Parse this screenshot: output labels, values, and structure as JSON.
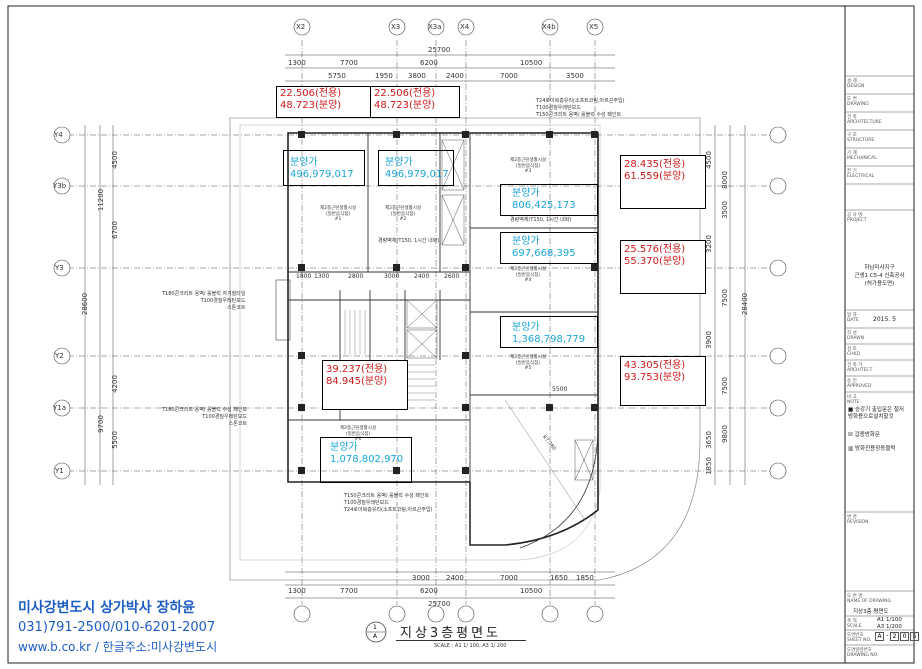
{
  "column_labels": [
    "X2",
    "X3",
    "X3a",
    "X4",
    "X4b",
    "X5"
  ],
  "row_labels": [
    "Y4",
    "Y3b",
    "Y3",
    "Y2",
    "Y1a",
    "Y1"
  ],
  "top_dims": {
    "overall": "25700",
    "row1": [
      "1300",
      "7700",
      "6200",
      "10500"
    ],
    "row2": [
      "5750",
      "1950",
      "3800",
      "2400",
      "7000",
      "3500"
    ]
  },
  "bottom_dims": {
    "row1": [
      "3000",
      "2400",
      "7000",
      "1650",
      "1850"
    ],
    "row2": [
      "1300",
      "7700",
      "6200",
      "10500"
    ],
    "overall": "25700"
  },
  "left_dims": {
    "overall": "28600",
    "row1": [
      "4500",
      "6700",
      "4200",
      "5500"
    ],
    "row2": [
      "11200",
      "9700"
    ]
  },
  "right_dims": {
    "overall": "28400",
    "row1": [
      "4500",
      "3200",
      "3900",
      "3650",
      "1850"
    ],
    "row2": [
      "8000",
      "3500",
      "7500",
      "7500",
      "9800"
    ]
  },
  "mid_dims": [
    "1800",
    "1300",
    "2800",
    "3000",
    "2400",
    "2600"
  ],
  "units": [
    {
      "label": "분양가",
      "price": "496,979,017"
    },
    {
      "label": "분양가",
      "price": "496,979,017"
    },
    {
      "label": "분양가",
      "price": "806,425,173"
    },
    {
      "label": "분양가",
      "price": "697,668,395"
    },
    {
      "label": "분양가",
      "price": "1,368,798,779"
    },
    {
      "label": "분양가",
      "price": "1,078,802,970"
    }
  ],
  "areas": [
    {
      "l1": "22.506(전용)",
      "l2": "48.723(분양)"
    },
    {
      "l1": "22.506(전용)",
      "l2": "48.723(분양)"
    },
    {
      "l1": "28.435(전용)",
      "l2": "61.559(분양)"
    },
    {
      "l1": "25.576(전용)",
      "l2": "55.370(분양)"
    },
    {
      "l1": "39.237(전용)",
      "l2": "84.945(분양)"
    },
    {
      "l1": "43.305(전용)",
      "l2": "93.753(분양)"
    }
  ],
  "room_labels": {
    "r1": [
      "제2종근린생활시설",
      "(일반음식점)",
      "#1"
    ],
    "r2": [
      "제2종근린생활시설",
      "(일반음식점)",
      "#2"
    ],
    "r3": [
      "제2종근린생활시설",
      "(일반음식점)",
      "#3"
    ],
    "r4": [
      "제2종근린생활시설",
      "(일반음식점)",
      "#4"
    ],
    "r5": [
      "제2종근린생활시설",
      "(일반음식점)",
      "#5"
    ],
    "r6": [
      "제2종근린생활시설",
      "(일반음식점)",
      "#6"
    ]
  },
  "notes": {
    "top": [
      "T24로이복층유리(소프트코팅,아르곤주입)",
      "T100경질우레탄보드",
      "T150콘크리트 옹벽/ 롤블럭 수성 페인트"
    ],
    "mid1": "경량벽체(T150, 1시간 내화)",
    "mid2": "경량벽체(T150, 1시간 내화)",
    "left1": [
      "T180콘크리트 옹벽/ 롤블럭 자기질타일",
      "T100경질우레탄보드",
      "스톤코트"
    ],
    "left2": [
      "T180콘크리트 옹벽/ 롤블럭 수성 페인트",
      "T100경질우레탄보드",
      "스톤코트"
    ],
    "bottom": [
      "T150콘크리트 옹벽/ 롤블럭 수성 페인트",
      "T100경질우레탄보드",
      "T24로이복층유리(소프트코팅,아르곤주입)"
    ],
    "dim5500": "5500",
    "r_label": "R7,760"
  },
  "title_block": {
    "design": [
      "설 계",
      "DESIGN"
    ],
    "drawing": [
      "도 면",
      "DRAWING"
    ],
    "architecture": [
      "건 축",
      "ARCHITECTURE"
    ],
    "structure": [
      "구 조",
      "STRUCTURE"
    ],
    "mechanical": [
      "기 계",
      "MECHANICAL"
    ],
    "electrical": [
      "전 기",
      "ELECTRICAL"
    ],
    "project": [
      "공 사 명",
      "PROJECT"
    ],
    "project_name": [
      "하남미사지구",
      "근생1 C5-4 신축공사",
      "(허가용도면)"
    ],
    "date_label": [
      "일 자",
      "DATE"
    ],
    "date": "2015. 5",
    "drawn": [
      "작 성",
      "DRAWN"
    ],
    "chkd": [
      "검 토",
      "CHKD"
    ],
    "architect": [
      "건 축 가",
      "ARCHITECT"
    ],
    "approved": [
      "승 인",
      "APPROVED"
    ],
    "note_label": [
      "비 고",
      "NOTE"
    ],
    "note_items": [
      "■ 승강기 출입문은 철저",
      "방화용으로설치할것"
    ],
    "legend": [
      {
        "sym": "☒",
        "text": "갑종방화문"
      },
      {
        "sym": "▥",
        "text": "방화전용장동블럭"
      }
    ],
    "revision": [
      "변 경",
      "REVISION"
    ],
    "name_of_drawing": [
      "도 면 명",
      "NAME OF DRAWING"
    ],
    "drawing_name": "지상3층 평면도",
    "scale_label": [
      "축 척",
      "SCALE"
    ],
    "scale": [
      "A1 1/100",
      "A3 1/200"
    ],
    "sheet_no": [
      "도면번호",
      "SHEET NO."
    ],
    "sheet_value": [
      "A",
      "-",
      "2",
      "0",
      "5"
    ],
    "drawing_no": [
      "도면일련번호",
      "DRAWING NO."
    ]
  },
  "drawing_title": {
    "symbol_top": "1",
    "symbol_bottom": "A",
    "title": "지상3층평면도",
    "scale": "SCALE : A1 1/ 100, A3 1/ 200"
  },
  "footer": {
    "line1": "미사강변도시 상가박사 장하윤",
    "line2": "031)791-2500/010-6201-2007",
    "line3": "www.b.co.kr / 한글주소:미사강변도시"
  }
}
